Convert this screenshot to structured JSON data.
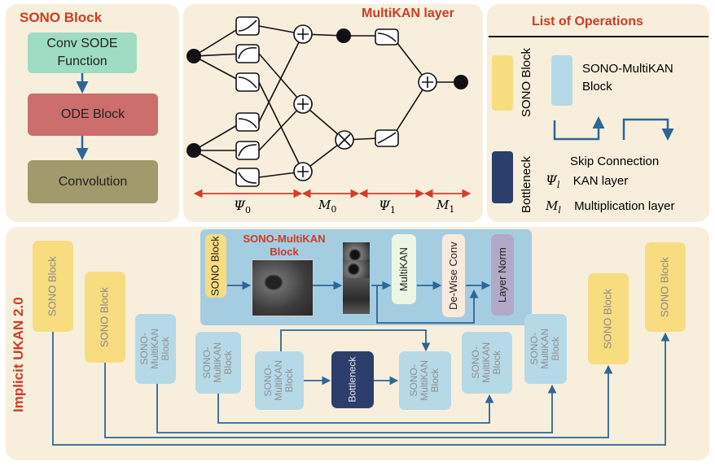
{
  "sono_panel": {
    "title": "SONO Block",
    "blocks": [
      "Conv SODE Function",
      "ODE Block",
      "Convolution"
    ],
    "colors": {
      "conv_sode": "#9edcc3",
      "ode": "#cc6e6c",
      "convolution": "#a19a6c"
    }
  },
  "multikan_panel": {
    "title": "MultiKAN layer",
    "sections": [
      {
        "sym": "Ψ",
        "sub": "0"
      },
      {
        "sym": "M",
        "sub": "0"
      },
      {
        "sym": "Ψ",
        "sub": "1"
      },
      {
        "sym": "M",
        "sub": "1"
      }
    ]
  },
  "ops_panel": {
    "title": "List of Operations",
    "sono_label": "SONO Block",
    "smk_label": "SONO-MultiKAN Block",
    "bottleneck_label": "Bottleneck",
    "skip_label": "Skip Connection",
    "kan_sym": "Ψ",
    "kan_sub": "l",
    "kan_label": "KAN layer",
    "mult_sym": "M",
    "mult_sub": "l",
    "mult_label": "Multiplication layer"
  },
  "main_panel": {
    "title": "Implicit UKAN 2.0",
    "inset": {
      "title": "SONO-MultiKAN Block",
      "sono_block": "SONO Block",
      "multikan": "MultiKAN",
      "dewise": "De-Wise Conv",
      "layernorm": "Layer Norm"
    },
    "sono_block": "SONO Block",
    "smk_block": "SONO-MultiKAN Block",
    "bottleneck": "Bottleneck"
  },
  "colors": {
    "panel_bg": "#f7efdc",
    "title_red": "#cf3b24",
    "sono_yellow": "#f8dc80",
    "smk_blue": "#b6d9e8",
    "bottleneck_navy": "#2c3e6b",
    "arrow_blue": "#2e6696",
    "inset_bg": "#a4cde2"
  }
}
